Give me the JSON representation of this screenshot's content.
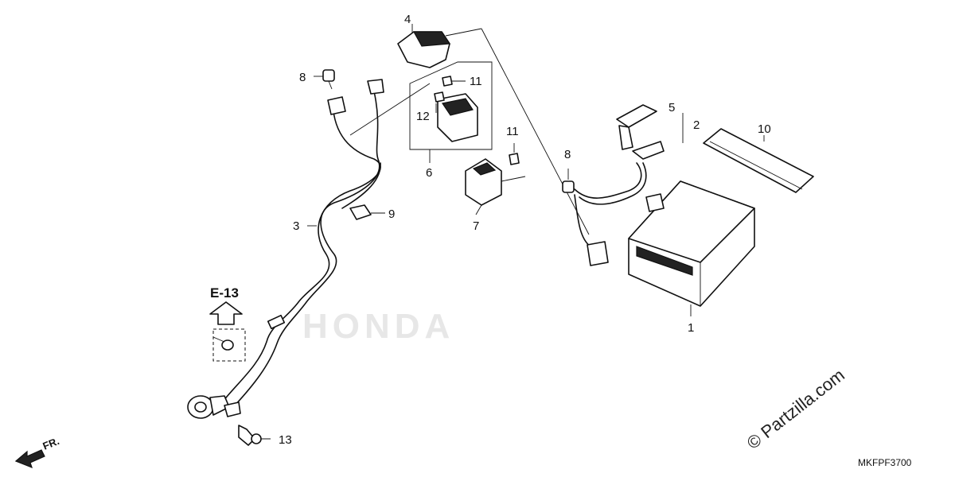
{
  "diagram": {
    "callouts": [
      {
        "id": "c1",
        "text": "1"
      },
      {
        "id": "c2",
        "text": "2"
      },
      {
        "id": "c3",
        "text": "3"
      },
      {
        "id": "c4",
        "text": "4"
      },
      {
        "id": "c5",
        "text": "5"
      },
      {
        "id": "c6",
        "text": "6"
      },
      {
        "id": "c7",
        "text": "7"
      },
      {
        "id": "c8a",
        "text": "8"
      },
      {
        "id": "c8b",
        "text": "8"
      },
      {
        "id": "c9",
        "text": "9"
      },
      {
        "id": "c10",
        "text": "10"
      },
      {
        "id": "c11a",
        "text": "11"
      },
      {
        "id": "c11b",
        "text": "11"
      },
      {
        "id": "c12",
        "text": "12"
      },
      {
        "id": "c13",
        "text": "13"
      }
    ],
    "reference": "E-13",
    "direction": "FR.",
    "part_code": "MKFPF3700",
    "copyright": "© Partzilla.com",
    "watermark": "HONDA"
  }
}
